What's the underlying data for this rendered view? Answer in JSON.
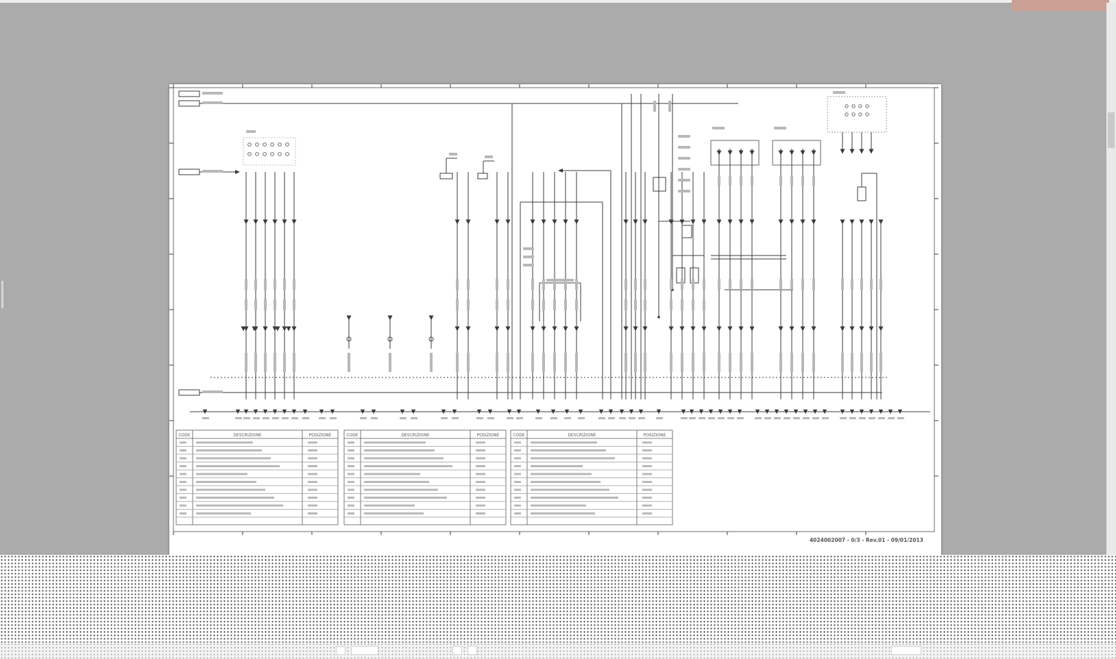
{
  "drawing": {
    "title_block": "4024002007 - 0/3 - Rev.01 - 09/01/2013"
  },
  "legend": {
    "headers": [
      "CODE",
      "DESCRIZIONE",
      "POSIZIONE"
    ]
  },
  "colors": {
    "viewer_background": "#ababab",
    "sheet": "#ffffff",
    "line": "#3a3a3a",
    "accent": "#c9a093"
  }
}
